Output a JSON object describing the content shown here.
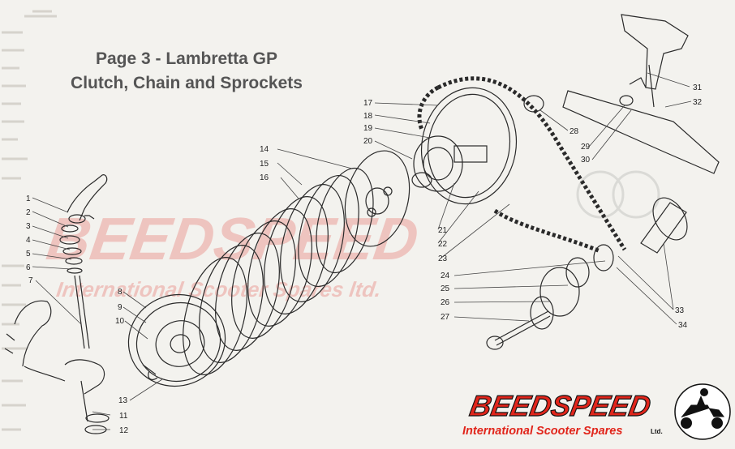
{
  "title": {
    "line1": "Page 3 - Lambretta GP",
    "line2": "Clutch, Chain and Sprockets"
  },
  "callouts": [
    "1",
    "2",
    "3",
    "4",
    "5",
    "6",
    "7",
    "8",
    "9",
    "10",
    "11",
    "12",
    "13",
    "14",
    "15",
    "16",
    "17",
    "18",
    "19",
    "20",
    "21",
    "22",
    "23",
    "24",
    "25",
    "26",
    "27",
    "28",
    "29",
    "30",
    "31",
    "32",
    "33",
    "34"
  ],
  "watermark": {
    "brand": "BEEDSPEED",
    "tagline": "International Scooter Spares ltd."
  },
  "logo": {
    "brand": "BEEDSPEED",
    "tagline": "International Scooter Spares",
    "suffix": "Ltd.",
    "brand_color": "#e1251b",
    "icon": "scooter-rider-icon"
  }
}
